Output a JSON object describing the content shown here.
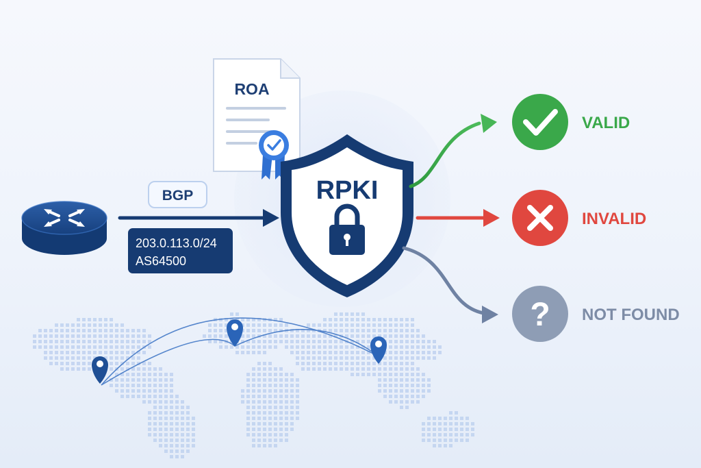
{
  "roa": {
    "label": "ROA"
  },
  "bgp": {
    "label": "BGP",
    "prefix": "203.0.113.0/24",
    "asn": "AS64500"
  },
  "rpki": {
    "label": "RPKI"
  },
  "outcomes": [
    {
      "label": "VALID",
      "icon": "check-icon",
      "color": "#3aa84a"
    },
    {
      "label": "INVALID",
      "icon": "x-icon",
      "color": "#e0473f"
    },
    {
      "label": "NOT FOUND",
      "icon": "question-icon",
      "color": "#8e9db5"
    }
  ],
  "colors": {
    "navy": "#163b72",
    "accent": "#2f6fd0"
  }
}
